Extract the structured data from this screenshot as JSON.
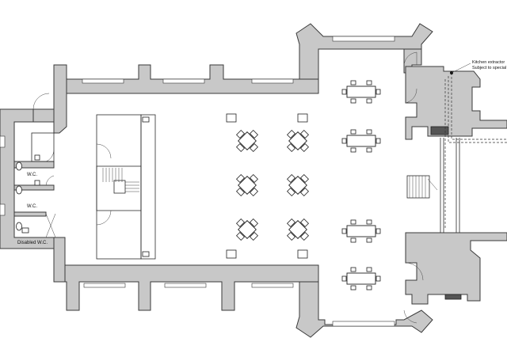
{
  "rooms": {
    "wc_upper": "W.C.",
    "wc_lower": "W.C.",
    "disabled_wc": "Disabled W.C."
  },
  "annotation": {
    "line1": "Kitchen extractor",
    "line2": "Subject to special"
  },
  "colors": {
    "wall_fill": "#c8c8c8",
    "wall_stroke": "#3a3a3a",
    "background": "#ffffff"
  }
}
